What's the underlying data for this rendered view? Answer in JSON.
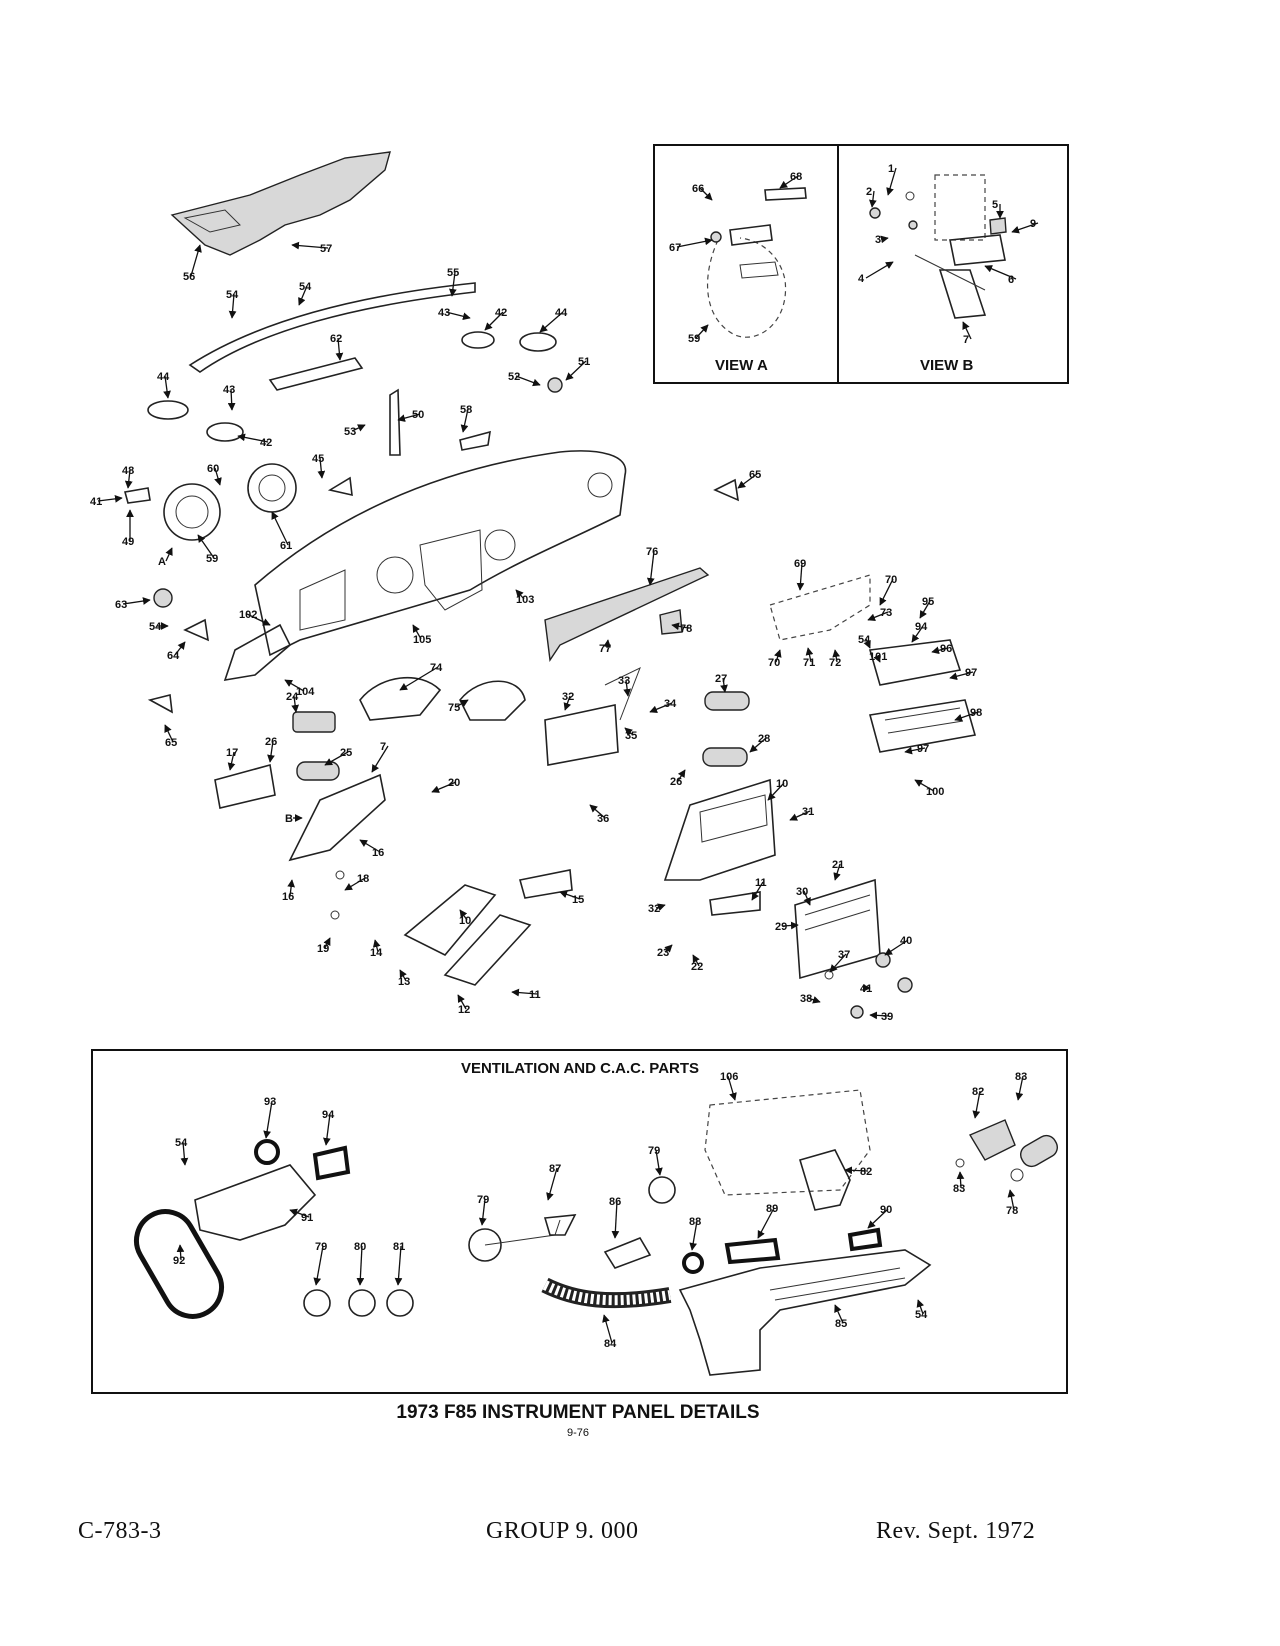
{
  "view_a": {
    "title": "VIEW A",
    "callouts": [
      "66",
      "68",
      "67",
      "59"
    ]
  },
  "view_b": {
    "title": "VIEW B",
    "callouts": [
      "1",
      "2",
      "5",
      "9",
      "3",
      "4",
      "6",
      "7"
    ]
  },
  "main_callouts": [
    "56",
    "57",
    "54",
    "54",
    "55",
    "43",
    "42",
    "44",
    "52",
    "51",
    "62",
    "44",
    "43",
    "42",
    "53",
    "50",
    "58",
    "48",
    "41",
    "49",
    "60",
    "61",
    "45",
    "A",
    "59",
    "65",
    "76",
    "69",
    "70",
    "95",
    "73",
    "94",
    "54",
    "96",
    "101",
    "97",
    "70",
    "71",
    "72",
    "103",
    "102",
    "63",
    "54",
    "64",
    "104",
    "105",
    "77",
    "78",
    "74",
    "75",
    "33",
    "32",
    "34",
    "35",
    "27",
    "28",
    "26",
    "98",
    "97",
    "100",
    "24",
    "65",
    "17",
    "26",
    "25",
    "7",
    "20",
    "36",
    "10",
    "31",
    "B",
    "16",
    "16",
    "18",
    "19",
    "15",
    "10",
    "14",
    "13",
    "12",
    "11",
    "32",
    "11",
    "23",
    "22",
    "21",
    "30",
    "29",
    "40",
    "37",
    "41",
    "38",
    "39"
  ],
  "ventilation": {
    "title": "VENTILATION AND C.A.C. PARTS",
    "callouts": [
      "106",
      "82",
      "83",
      "93",
      "94",
      "54",
      "91",
      "92",
      "79",
      "80",
      "81",
      "79",
      "87",
      "79",
      "86",
      "88",
      "89",
      "90",
      "82",
      "83",
      "78",
      "84",
      "85",
      "54"
    ]
  },
  "caption": {
    "title": "1973 F85 INSTRUMENT PANEL DETAILS",
    "code": "9-76"
  },
  "footer": {
    "left": "C-783-3",
    "center": "GROUP 9. 000",
    "right": "Rev. Sept. 1972"
  }
}
